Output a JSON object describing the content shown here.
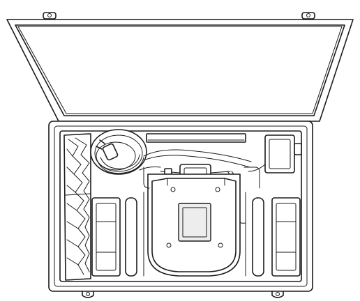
{
  "illustration": {
    "subject": "open-hard-carrying-case-with-foam-insert",
    "line_color": "#1b1b1b",
    "background_color": "#ffffff",
    "contents": [
      "pleated-folded-item",
      "coiled-power-cable-with-plug",
      "long-flat-bar",
      "power-adapter",
      "cable-with-connector",
      "base-plate",
      "left-rectangular-part",
      "right-rectangular-part"
    ]
  }
}
